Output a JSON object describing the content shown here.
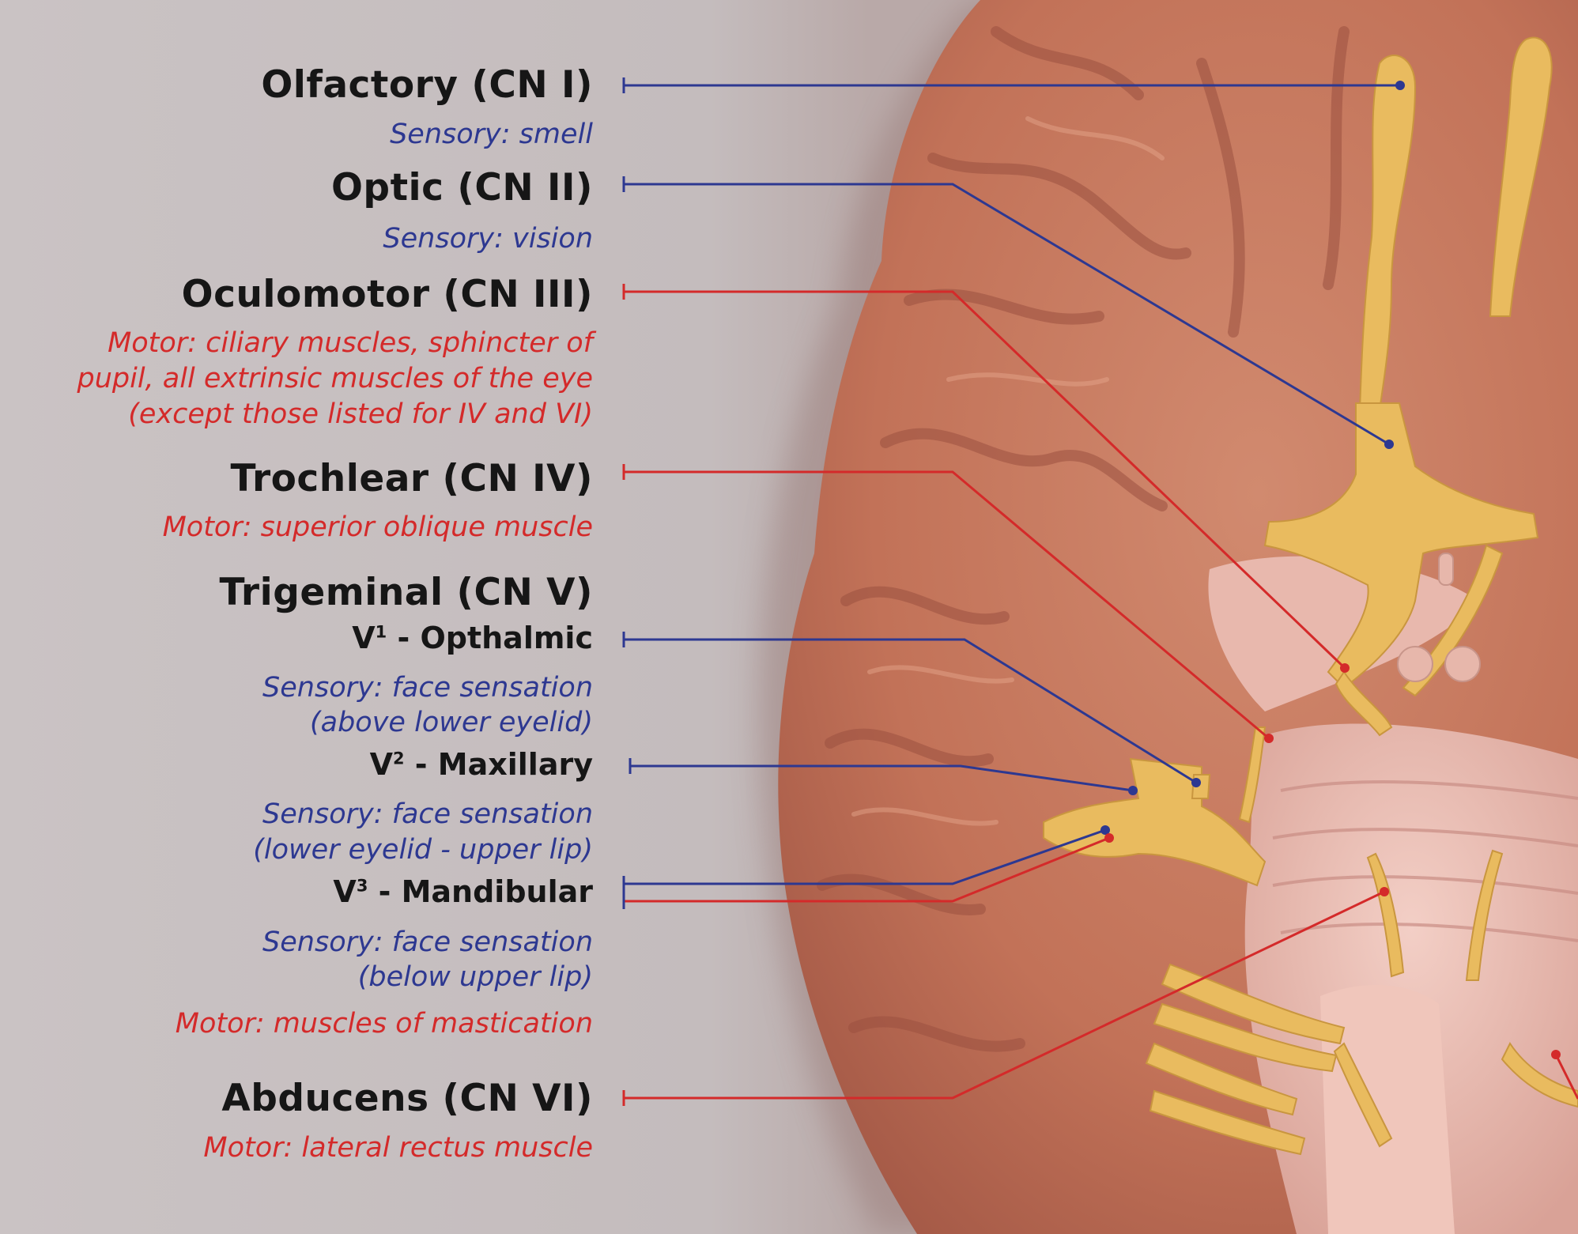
{
  "colors": {
    "background": "#c9c2c3",
    "sensory": "#2d3891",
    "motor": "#d42a2a",
    "nerve": "#e9bb5f",
    "brain": "#c67b62"
  },
  "nerves": {
    "olfactory": {
      "title": "Olfactory (CN I)",
      "desc": "Sensory: smell"
    },
    "optic": {
      "title": "Optic (CN II)",
      "desc": "Sensory: vision"
    },
    "oculomotor": {
      "title": "Oculomotor (CN III)",
      "desc1": "Motor: ciliary muscles, sphincter of",
      "desc2": "pupil, all extrinsic muscles of the eye",
      "desc3": "(except those listed for IV and VI)"
    },
    "trochlear": {
      "title": "Trochlear (CN IV)",
      "desc": "Motor: superior oblique muscle"
    },
    "trigeminal": {
      "title": "Trigeminal (CN V)",
      "v1": {
        "prefix": "V",
        "sup": "1",
        "name": " - Opthalmic",
        "desc1": "Sensory: face sensation",
        "desc2": "(above lower eyelid)"
      },
      "v2": {
        "prefix": "V",
        "sup": "2",
        "name": " - Maxillary",
        "desc1": "Sensory: face sensation",
        "desc2": "(lower eyelid - upper lip)"
      },
      "v3": {
        "prefix": "V",
        "sup": "3",
        "name": " - Mandibular",
        "desc1": "Sensory: face sensation",
        "desc2": "(below upper lip)",
        "motor": "Motor: muscles of mastication"
      }
    },
    "abducens": {
      "title": "Abducens (CN VI)",
      "desc": "Motor: lateral rectus muscle"
    }
  }
}
